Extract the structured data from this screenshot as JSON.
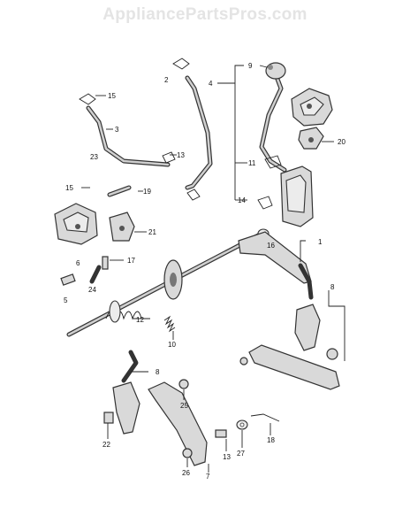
{
  "watermark": "AppliancePartsPros.com",
  "callouts": {
    "c1": "1",
    "c2": "2",
    "c3": "3",
    "c4": "4",
    "c5": "5",
    "c6": "6",
    "c7": "7",
    "c8a": "8",
    "c8b": "8",
    "c9": "9",
    "c10": "10",
    "c11": "11",
    "c12": "12",
    "c13a": "13",
    "c13b": "13",
    "c14": "14",
    "c15a": "15",
    "c15b": "15",
    "c16": "16",
    "c17": "17",
    "c18": "18",
    "c19": "19",
    "c20": "20",
    "c21": "21",
    "c22": "22",
    "c23": "23",
    "c24": "24",
    "c25": "25",
    "c26": "26",
    "c27": "27"
  }
}
